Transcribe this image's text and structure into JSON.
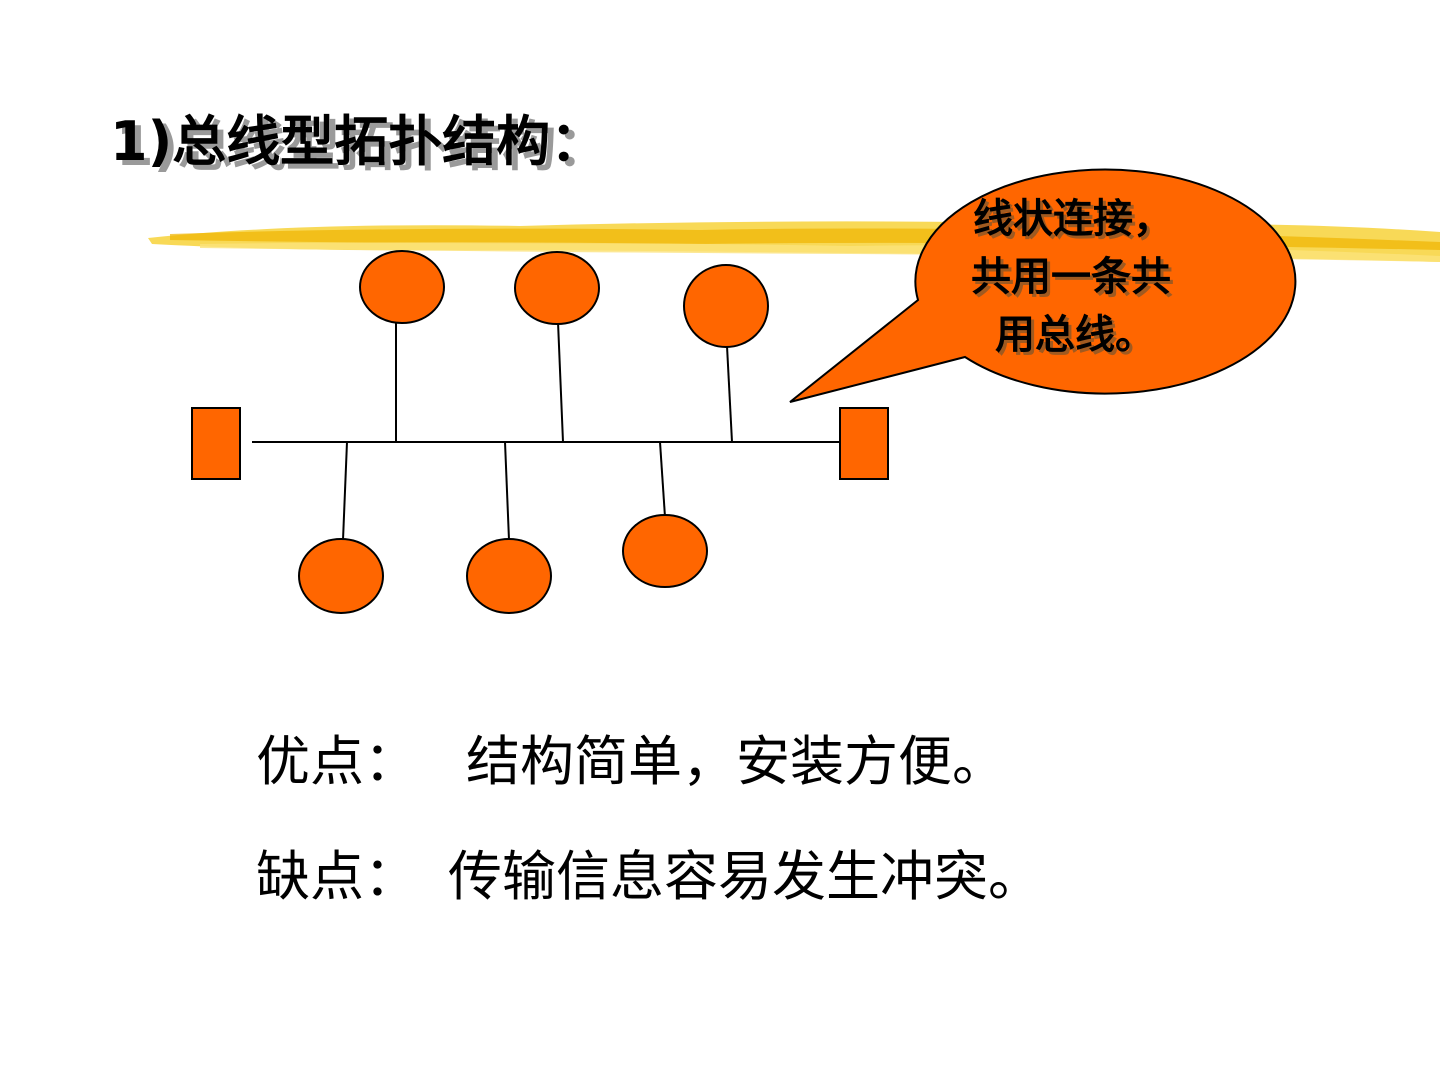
{
  "title": "1)总线型拓扑结构：",
  "callout": {
    "lines": [
      "线状连接，",
      "共用一条共",
      "用总线。"
    ]
  },
  "pros": {
    "label": "优点：",
    "text": "结构简单，安装方便。"
  },
  "cons": {
    "label": "缺点：",
    "text": "传输信息容易发生冲突。"
  },
  "colors": {
    "node_fill": "#ff6600",
    "highlight": "#f5c518",
    "line": "#000000"
  }
}
